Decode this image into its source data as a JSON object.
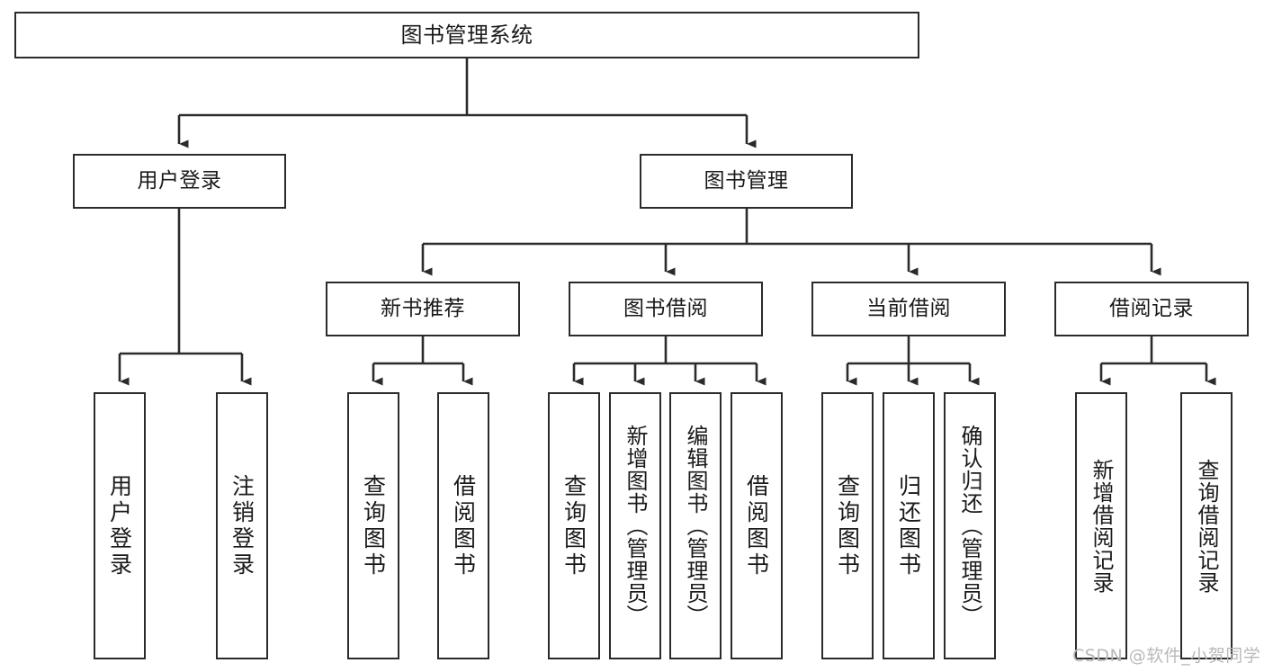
{
  "diagram": {
    "title": "图书管理系统",
    "type": "tree-hierarchy-diagram",
    "watermark": "CSDN @软件_小贺同学",
    "colors": {
      "box_border": "#2b2b2b",
      "box_fill": "#ffffff",
      "connector": "#2b2b2b",
      "text": "#1a1a1a",
      "watermark": "#b9b9b9",
      "background": "#ffffff"
    },
    "nodes": {
      "root": {
        "label": "图书管理系统"
      },
      "level2": [
        {
          "id": "user-login",
          "label": "用户登录"
        },
        {
          "id": "book-management",
          "label": "图书管理"
        }
      ],
      "level3": [
        {
          "id": "new-book-recommend",
          "label": "新书推荐"
        },
        {
          "id": "book-borrow",
          "label": "图书借阅"
        },
        {
          "id": "current-borrow",
          "label": "当前借阅"
        },
        {
          "id": "borrow-record",
          "label": "借阅记录"
        }
      ],
      "leaves": {
        "user_login": [
          {
            "id": "leaf-user-login",
            "label": "用户登录"
          },
          {
            "id": "leaf-logout",
            "label": "注销登录"
          }
        ],
        "new_book_recommend": [
          {
            "id": "leaf-query-book-1",
            "label": "查询图书"
          },
          {
            "id": "leaf-borrow-book-1",
            "label": "借阅图书"
          }
        ],
        "book_borrow": [
          {
            "id": "leaf-query-book-2",
            "label": "查询图书"
          },
          {
            "id": "leaf-add-book",
            "label": "新增图书（管理员）"
          },
          {
            "id": "leaf-edit-book",
            "label": "编辑图书（管理员）"
          },
          {
            "id": "leaf-borrow-book-2",
            "label": "借阅图书"
          }
        ],
        "current_borrow": [
          {
            "id": "leaf-query-book-3",
            "label": "查询图书"
          },
          {
            "id": "leaf-return-book",
            "label": "归还图书"
          },
          {
            "id": "leaf-confirm-return",
            "label": "确认归还（管理员）"
          }
        ],
        "borrow_record": [
          {
            "id": "leaf-add-record",
            "label": "新增借阅记录"
          },
          {
            "id": "leaf-query-record",
            "label": "查询借阅记录"
          }
        ]
      }
    }
  }
}
